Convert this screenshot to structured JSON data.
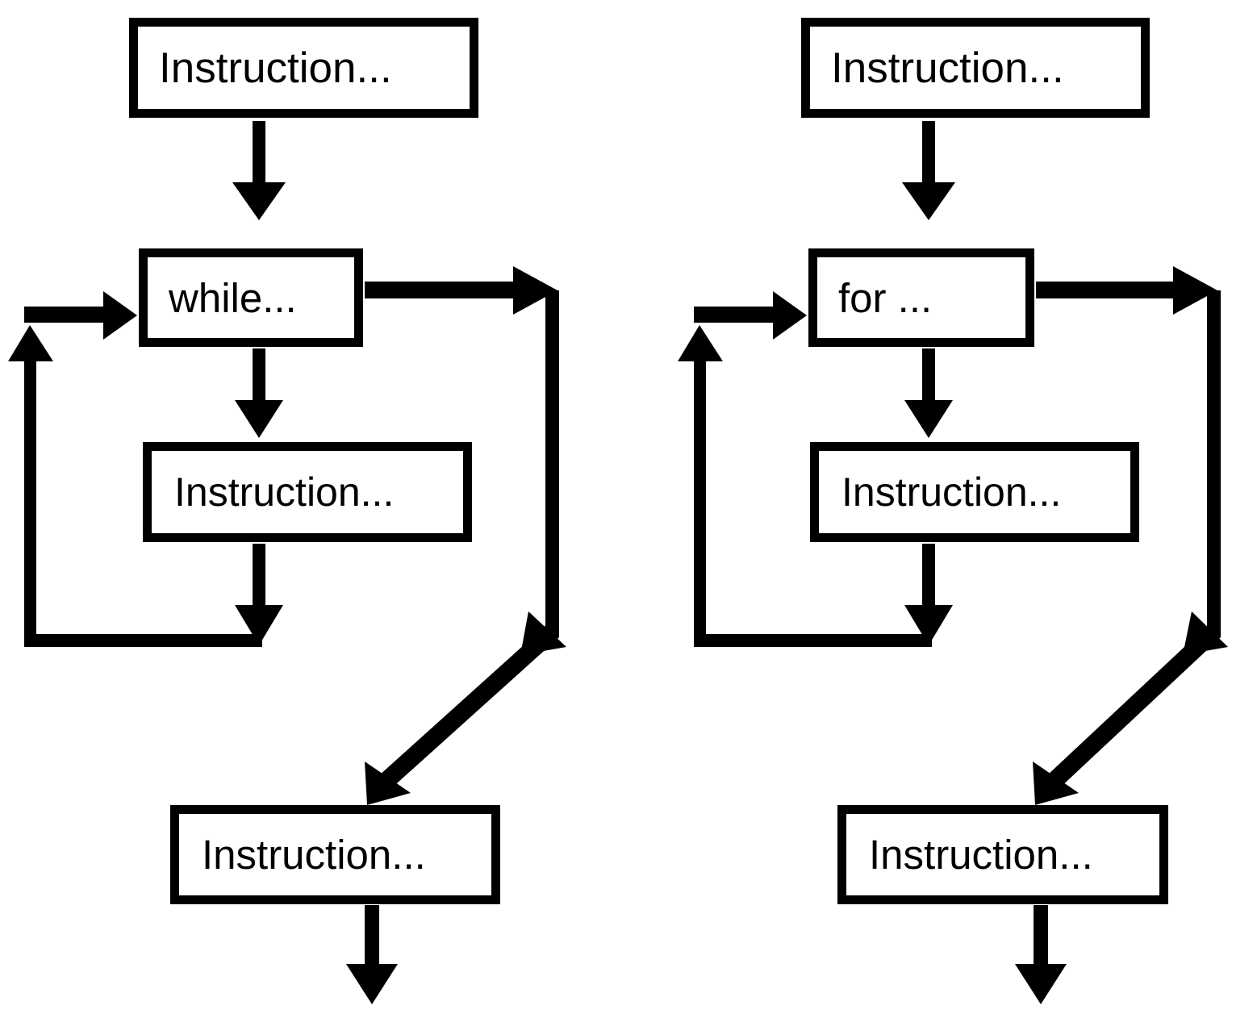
{
  "diagram": {
    "type": "flowchart",
    "title": "Loop control-flow structures: while loop and for loop",
    "background_color": "#ffffff",
    "stroke_color": "#000000",
    "panels": [
      {
        "id": "while-loop",
        "name": "while-loop-flowchart",
        "nodes": [
          {
            "id": "w-top",
            "label": "Instruction...",
            "role": "statement"
          },
          {
            "id": "w-cond",
            "label": "while...",
            "role": "loop-condition"
          },
          {
            "id": "w-body",
            "label": "Instruction...",
            "role": "loop-body-statement"
          },
          {
            "id": "w-after",
            "label": "Instruction...",
            "role": "statement"
          }
        ],
        "edges": [
          {
            "from": "w-top",
            "to": "w-cond",
            "kind": "down-arrow"
          },
          {
            "from": "w-cond",
            "to": "w-body",
            "kind": "down-arrow"
          },
          {
            "from": "w-cond",
            "to": "w-exit",
            "kind": "right-arrow"
          },
          {
            "from": "w-body",
            "to": "w-cond",
            "kind": "loop-back"
          },
          {
            "from": "w-exit",
            "to": "w-after",
            "kind": "diagonal-double-arrow"
          },
          {
            "from": "w-after",
            "to": "out",
            "kind": "down-arrow"
          }
        ]
      },
      {
        "id": "for-loop",
        "name": "for-loop-flowchart",
        "nodes": [
          {
            "id": "f-top",
            "label": "Instruction...",
            "role": "statement"
          },
          {
            "id": "f-cond",
            "label": "for ...",
            "role": "loop-condition"
          },
          {
            "id": "f-body",
            "label": "Instruction...",
            "role": "loop-body-statement"
          },
          {
            "id": "f-after",
            "label": "Instruction...",
            "role": "statement"
          }
        ],
        "edges": [
          {
            "from": "f-top",
            "to": "f-cond",
            "kind": "down-arrow"
          },
          {
            "from": "f-cond",
            "to": "f-body",
            "kind": "down-arrow"
          },
          {
            "from": "f-cond",
            "to": "f-exit",
            "kind": "right-arrow"
          },
          {
            "from": "f-body",
            "to": "f-cond",
            "kind": "loop-back"
          },
          {
            "from": "f-exit",
            "to": "f-after",
            "kind": "diagonal-double-arrow"
          },
          {
            "from": "f-after",
            "to": "out",
            "kind": "down-arrow"
          }
        ]
      }
    ],
    "labels": {
      "while_top_instruction": "Instruction...",
      "while_condition": "while...",
      "while_body_instruction": "Instruction...",
      "while_after_instruction": "Instruction...",
      "for_top_instruction": "Instruction...",
      "for_condition": "for ...",
      "for_body_instruction": "Instruction...",
      "for_after_instruction": "Instruction..."
    }
  }
}
